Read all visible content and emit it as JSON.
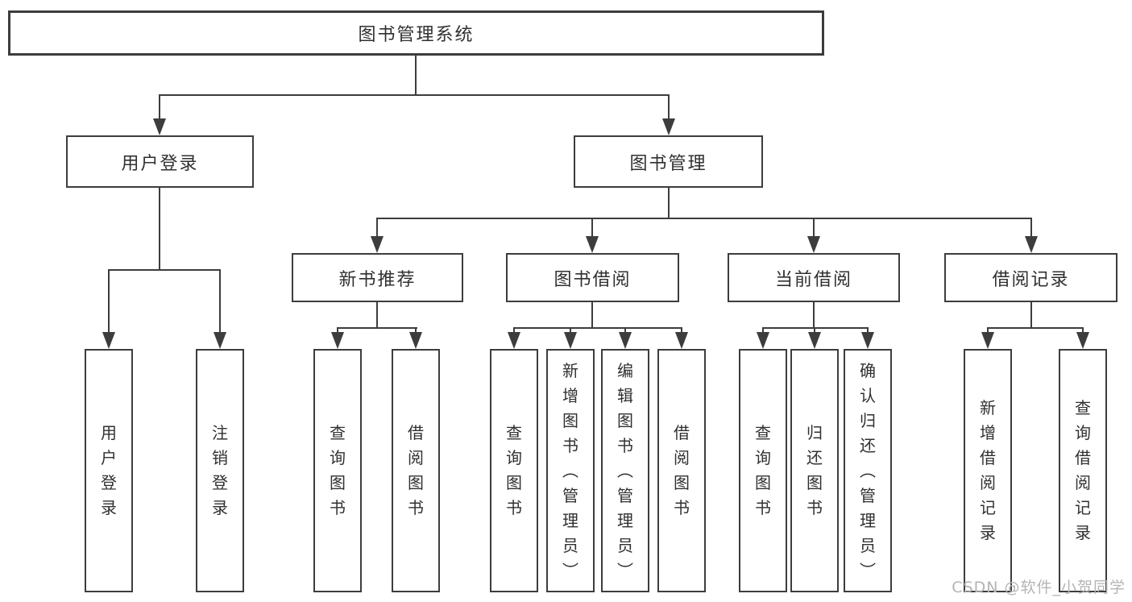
{
  "tree": {
    "root": "图书管理系统",
    "user_login": {
      "label": "用户登录",
      "children": [
        "用户登录",
        "注销登录"
      ]
    },
    "book_management": {
      "label": "图书管理",
      "children": [
        {
          "label": "新书推荐",
          "children": [
            "查询图书",
            "借阅图书"
          ]
        },
        {
          "label": "图书借阅",
          "children": [
            "查询图书",
            "新增图书（管理员）",
            "编辑图书（管理员）",
            "借阅图书"
          ]
        },
        {
          "label": "当前借阅",
          "children": [
            "查询图书",
            "归还图书",
            "确认归还（管理员）"
          ]
        },
        {
          "label": "借阅记录",
          "children": [
            "新增借阅记录",
            "查询借阅记录"
          ]
        }
      ]
    }
  },
  "watermark": {
    "text": "CSDN @软件_小贺同学"
  },
  "colors": {
    "line": "#3d3d3d",
    "text": "#303030",
    "box_fill": "#ffffff",
    "background": "#ffffff",
    "watermark": "#b4b4b4"
  }
}
